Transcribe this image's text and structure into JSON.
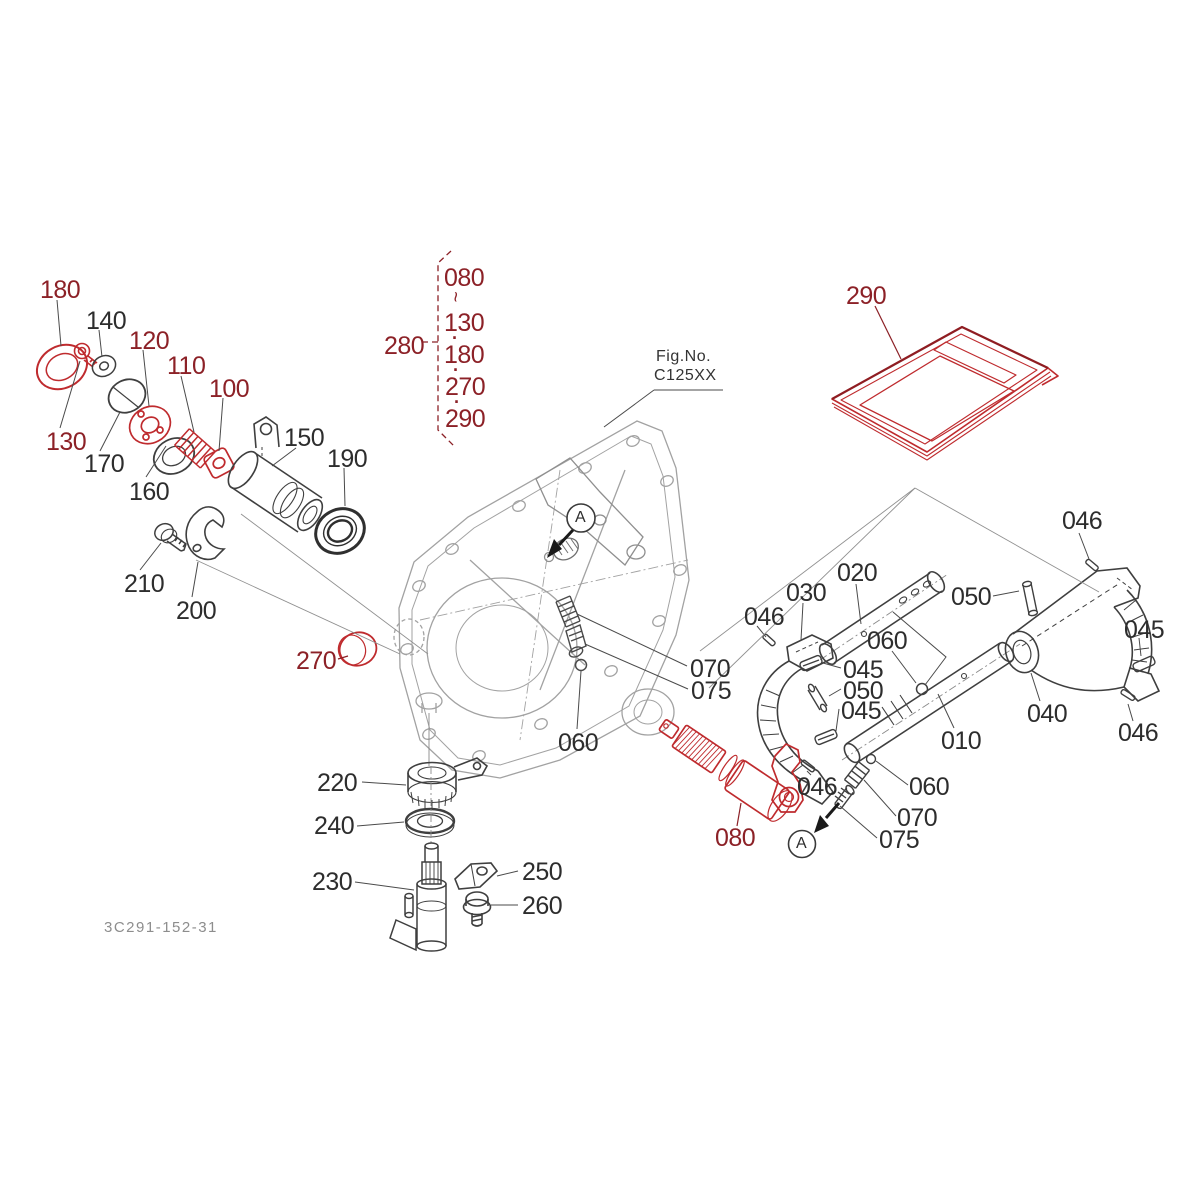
{
  "title_block": {
    "fig_no_label": "Fig.No.",
    "fig_no_value": "C125XX",
    "drawing_number": "3C291-152-31"
  },
  "detail_marker": "A",
  "ref_bracket": {
    "parent": "280",
    "items": [
      "080",
      "~",
      "130",
      "·",
      "180",
      "·",
      "270",
      "·",
      "290"
    ]
  },
  "colors": {
    "part_red": "#bf2b2e",
    "label_red": "#8c2127",
    "label_black": "#2d2d2d",
    "part_gray": "#3f3f3f",
    "housing_gray": "#a2a2a2",
    "footer_gray": "#8d8d8d"
  },
  "labels": [
    "180",
    "140",
    "120",
    "110",
    "100",
    "130",
    "170",
    "160",
    "150",
    "190",
    "210",
    "200",
    "270",
    "280",
    "080",
    "~",
    "130",
    "·",
    "180",
    "·",
    "270",
    "·",
    "290",
    "Fig.No.",
    "C125XX",
    "290",
    "020",
    "030",
    "046",
    "050",
    "060",
    "045",
    "050",
    "045",
    "046",
    "060",
    "070",
    "075",
    "010",
    "040",
    "045",
    "046",
    "046",
    "070",
    "075",
    "060",
    "080",
    "220",
    "240",
    "230",
    "250",
    "260",
    "A",
    "A",
    "3C291-152-31"
  ]
}
